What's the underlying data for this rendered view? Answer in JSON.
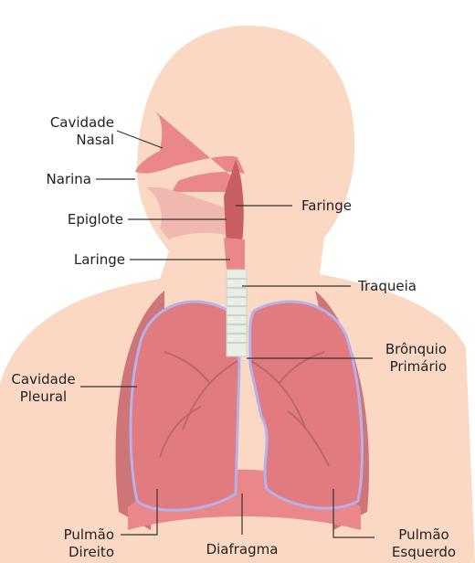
{
  "labels": {
    "cavidade_nasal": "Cavidade\nNasal",
    "narina": "Narina",
    "epiglote": "Epiglote",
    "laringe": "Laringe",
    "faringe": "Faringe",
    "traqueia": "Traqueia",
    "bronquio_primario": "Brônquio\nPrimário",
    "cavidade_pleural": "Cavidade\nPleural",
    "pulmao_direito": "Pulmão\nDireito",
    "diafragma": "Diafragma",
    "pulmao_esquerdo": "Pulmão\nEsquerdo"
  },
  "colors": {
    "skin": "#fbd8c4",
    "tissue": "#e9878a",
    "tissue_dark": "#c85f64",
    "lung": "#e17b80",
    "lung_edge": "#b6b1ea",
    "pleura_outer": "#c96a6f",
    "trachea": "#e8eee6",
    "line": "#333333"
  }
}
